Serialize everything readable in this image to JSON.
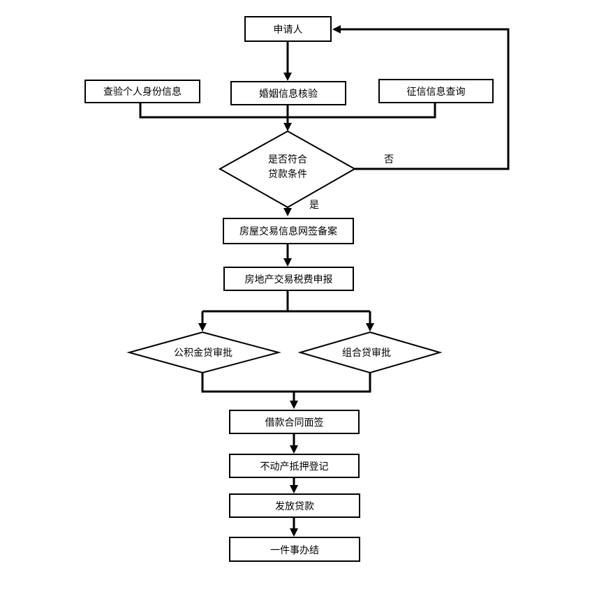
{
  "nodes": {
    "applicant": "申请人",
    "identity_check": "查验个人身份信息",
    "marriage_check": "婚姻信息核验",
    "credit_check": "征信信息查询",
    "loan_condition_line1": "是否符合",
    "loan_condition_line2": "贷款条件",
    "housing_filing": "房屋交易信息网签备案",
    "tax_declaration": "房地产交易税费申报",
    "provident_fund_approval": "公积金贷审批",
    "combined_loan_approval": "组合贷审批",
    "loan_contract_signing": "借款合同面签",
    "mortgage_registration": "不动产抵押登记",
    "loan_release": "发放贷款",
    "one_stop_done": "一件事办结"
  },
  "edges": {
    "no": "否",
    "yes": "是"
  },
  "colors": {
    "line": "#000000",
    "fill": "#ffffff"
  }
}
